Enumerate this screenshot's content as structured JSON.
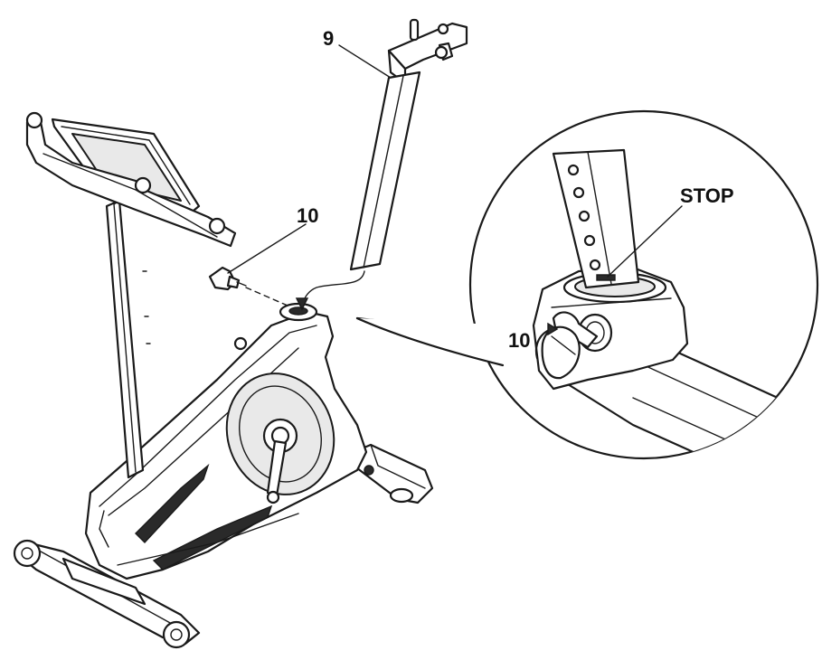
{
  "labels": {
    "part_9": "9",
    "part_10": "10",
    "detail_part_10": "10",
    "detail_stop": "STOP"
  },
  "colors": {
    "line": "#1a1a1a",
    "background": "#ffffff"
  }
}
